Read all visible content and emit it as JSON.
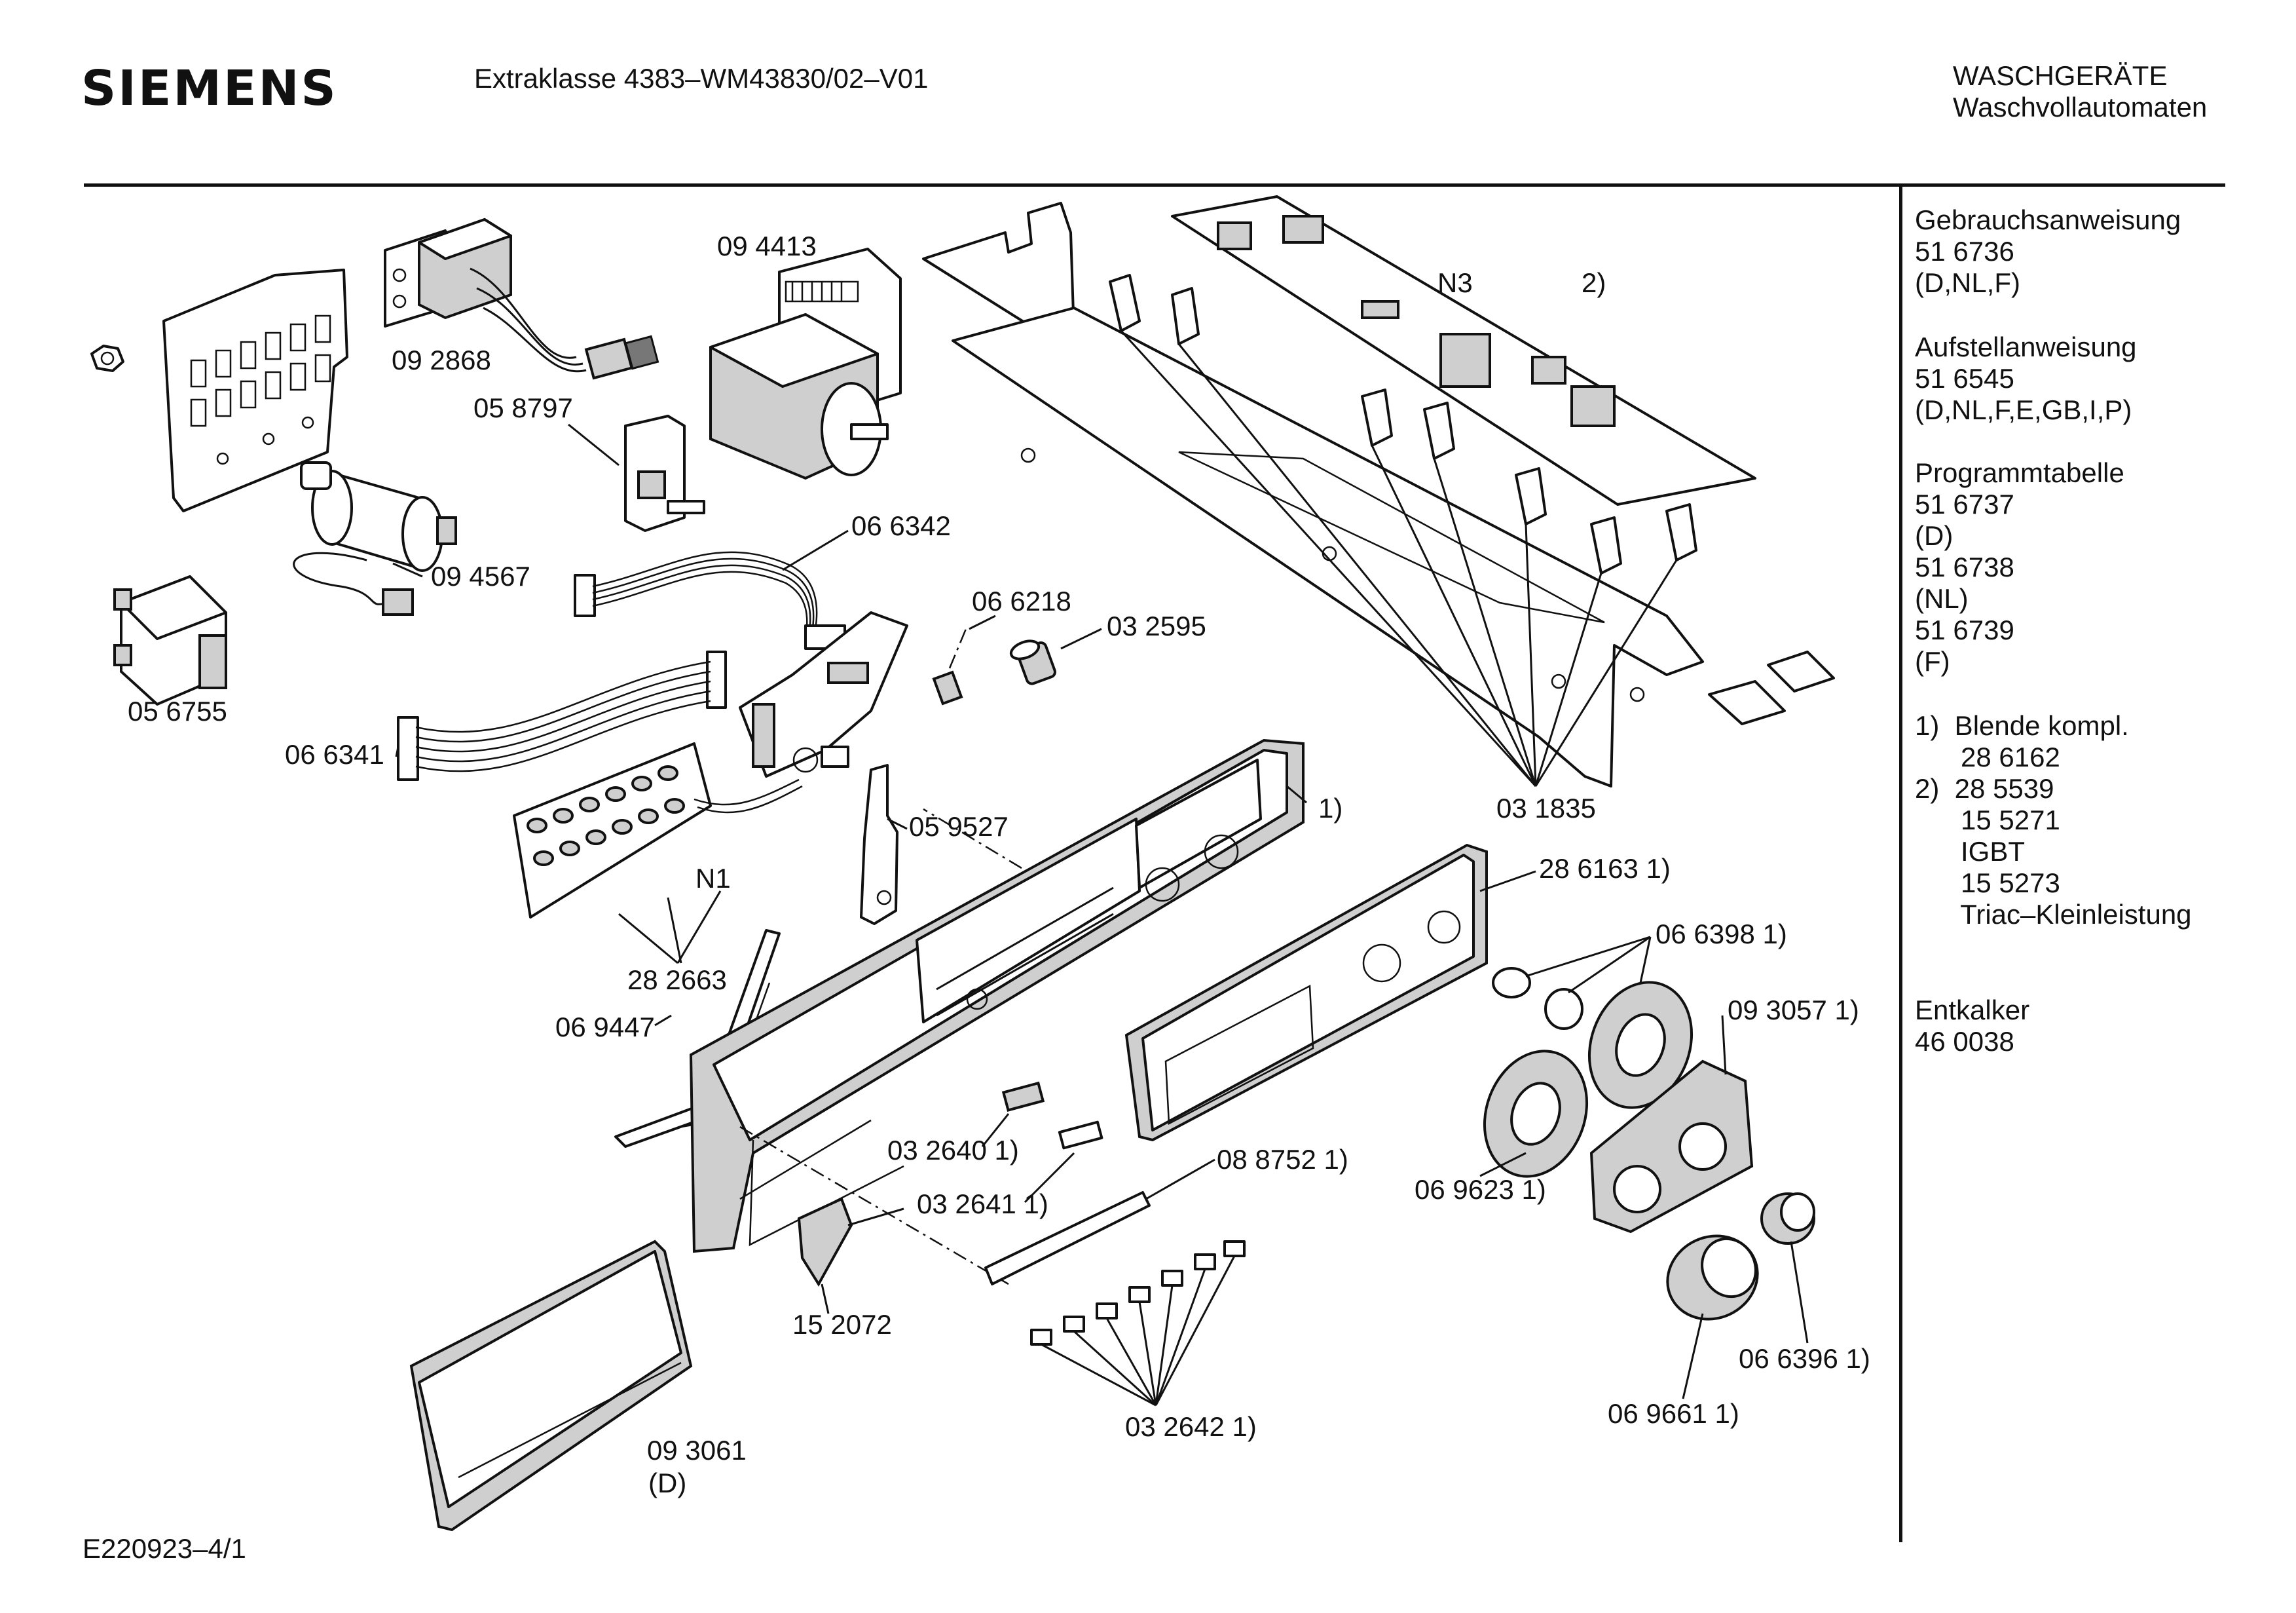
{
  "header": {
    "brand": "SIEMENS",
    "model": "Extraklasse 4383–WM43830/02–V01",
    "category_line1": "WASCHGERÄTE",
    "category_line2": "Waschvollautomaten"
  },
  "sidebar": {
    "blocks": [
      {
        "lines": [
          "Gebrauchsanweisung",
          "51 6736",
          "(D,NL,F)"
        ]
      },
      {
        "lines": [
          "Aufstellanweisung",
          "51 6545",
          "(D,NL,F,E,GB,I,P)"
        ]
      },
      {
        "lines": [
          "Programmtabelle",
          "51 6737",
          "(D)",
          "51 6738",
          "(NL)",
          "51 6739",
          "(F)"
        ]
      },
      {
        "lines": [
          "1)  Blende kompl.",
          "      28 6162",
          "2)  28 5539",
          "      15 5271",
          "      IGBT",
          "      15 5273",
          "      Triac–Kleinleistung"
        ]
      },
      {
        "lines": [
          "Entkalker",
          "46 0038"
        ]
      }
    ]
  },
  "parts": [
    {
      "id": "p092868",
      "label": "09 2868"
    },
    {
      "id": "p094413",
      "label": "09 4413"
    },
    {
      "id": "p058797",
      "label": "05 8797"
    },
    {
      "id": "p094567",
      "label": "09 4567"
    },
    {
      "id": "p066342",
      "label": "06 6342"
    },
    {
      "id": "p056755",
      "label": "05 6755"
    },
    {
      "id": "p066218",
      "label": "06 6218"
    },
    {
      "id": "p032595",
      "label": "03 2595"
    },
    {
      "id": "p066341",
      "label": "06 6341"
    },
    {
      "id": "p059527",
      "label": "05 9527"
    },
    {
      "id": "pN1",
      "label": "N1"
    },
    {
      "id": "p282663",
      "label": "28 2663"
    },
    {
      "id": "p069447",
      "label": "06 9447"
    },
    {
      "id": "pN3",
      "label": "N3"
    },
    {
      "id": "p2",
      "label": "2)"
    },
    {
      "id": "p031835",
      "label": "03 1835"
    },
    {
      "id": "p1",
      "label": "1)"
    },
    {
      "id": "p286163",
      "label": "28 6163 1)"
    },
    {
      "id": "p066398",
      "label": "06 6398 1)"
    },
    {
      "id": "p093057",
      "label": "09 3057 1)"
    },
    {
      "id": "p032640",
      "label": "03 2640 1)"
    },
    {
      "id": "p088752",
      "label": "08 8752 1)"
    },
    {
      "id": "p032641",
      "label": "03 2641 1)"
    },
    {
      "id": "p069623",
      "label": "06 9623 1)"
    },
    {
      "id": "p152072",
      "label": "15 2072"
    },
    {
      "id": "p066396",
      "label": "06 6396 1)"
    },
    {
      "id": "p069661",
      "label": "06 9661 1)"
    },
    {
      "id": "p032642",
      "label": "03 2642 1)"
    },
    {
      "id": "p093061",
      "label": "09 3061"
    },
    {
      "id": "p093061b",
      "label": "(D)"
    }
  ],
  "footer": {
    "code": "E220923–4/1"
  }
}
